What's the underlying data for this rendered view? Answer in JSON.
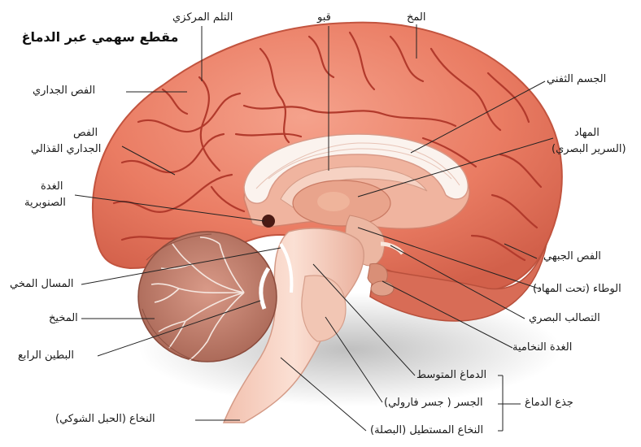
{
  "title": "مقطع سهمي عبر الدماغ",
  "labels": {
    "central_sulcus": "التلم المركزي",
    "fornix": "قبو",
    "cerebrum": "المخ",
    "parietal_lobe": "الفص الجداري",
    "corpus_callosum": "الجسم الثفني",
    "parieto_occipital_1": "الفص",
    "parieto_occipital_2": "الجداري القذالي",
    "thalamus_1": "المهاد",
    "thalamus_2": "(السرير البصري)",
    "pineal_1": "الغدة",
    "pineal_2": "الصنوبرية",
    "frontal_lobe": "الفص الجبهي",
    "aqueduct": "المسال المخي",
    "hypothalamus": "الوطاء (تحت المهاد)",
    "cerebellum": "المخيخ",
    "optic_chiasm": "التصالب البصري",
    "fourth_ventricle": "البطين الرابع",
    "pituitary": "الغدة النخامية",
    "midbrain": "الدماغ المتوسط",
    "pons": "الجسر ( جسر فارولي)",
    "brainstem": "جذع الدماغ",
    "spinal_cord": "النخاع (الحبل الشوكي)",
    "medulla": "النخاع المستطيل (البصلة)"
  }
}
